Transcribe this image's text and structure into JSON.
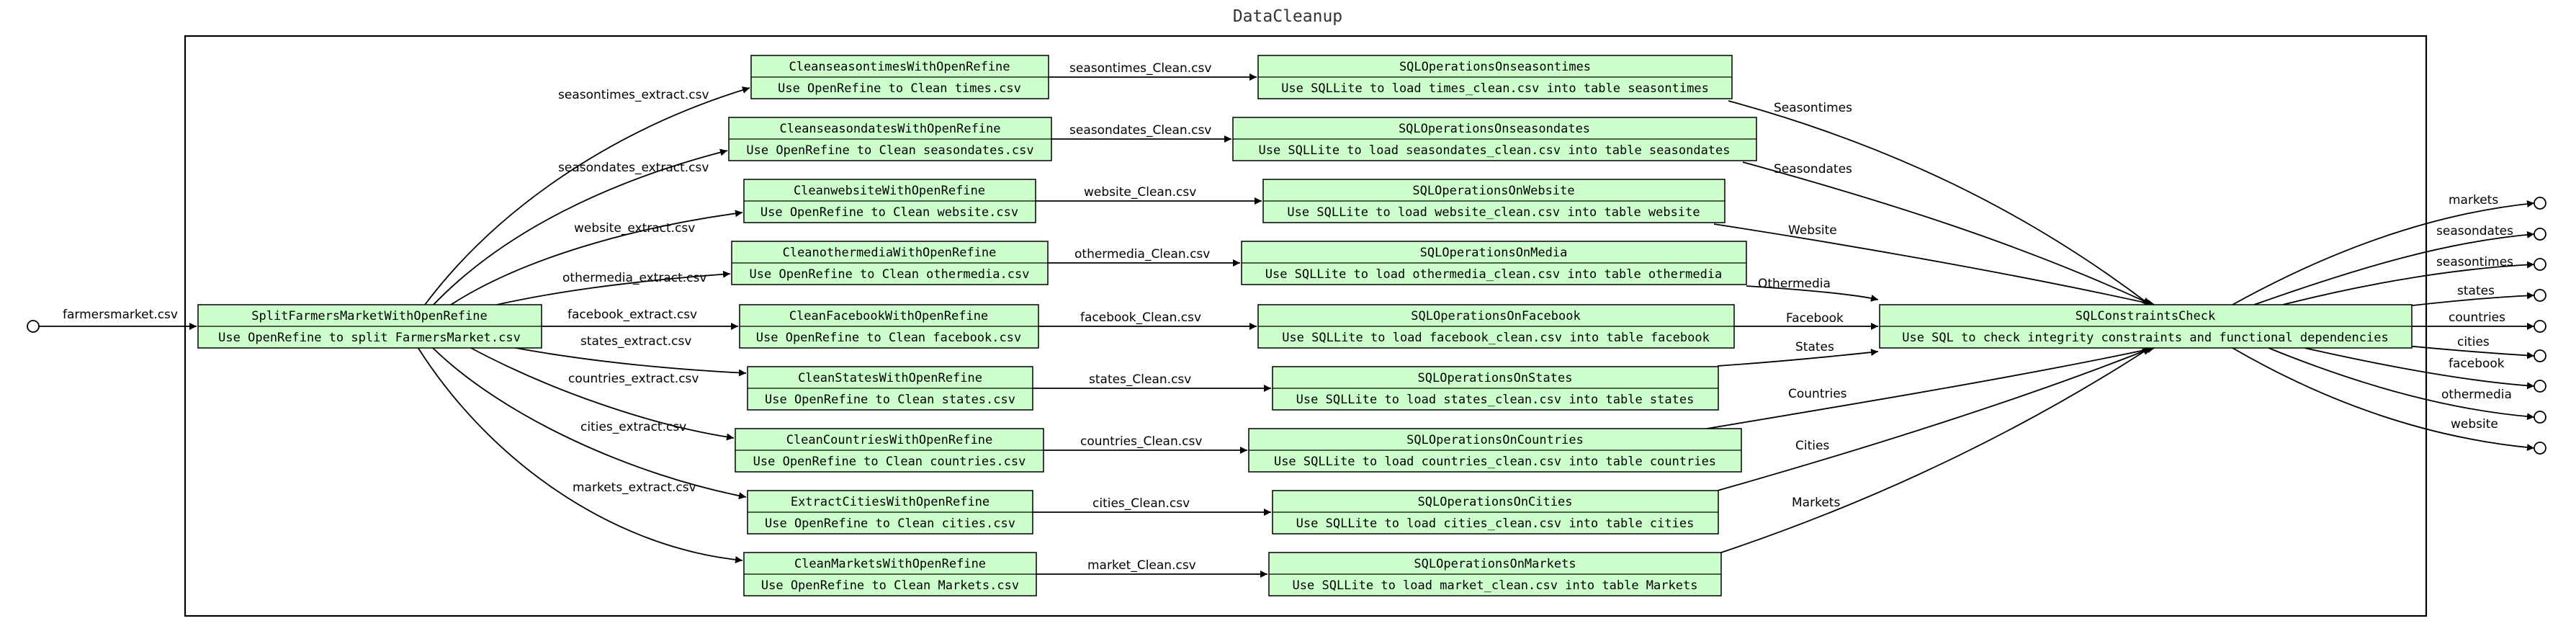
{
  "title": "DataCleanup",
  "colors": {
    "node_fill": "#ccffcc",
    "stroke": "#000000",
    "background": "#ffffff"
  },
  "input_port": {
    "label": "farmersmarket.csv"
  },
  "nodes": {
    "split": {
      "title": "SplitFarmersMarketWithOpenRefine",
      "desc": "Use OpenRefine to split FarmersMarket.csv"
    },
    "clean_seasontimes": {
      "title": "CleanseasontimesWithOpenRefine",
      "desc": "Use OpenRefine to Clean times.csv"
    },
    "clean_seasondates": {
      "title": "CleanseasondatesWithOpenRefine",
      "desc": "Use OpenRefine to Clean seasondates.csv"
    },
    "clean_website": {
      "title": "CleanwebsiteWithOpenRefine",
      "desc": "Use OpenRefine to Clean website.csv"
    },
    "clean_othermedia": {
      "title": "CleanothermediaWithOpenRefine",
      "desc": "Use OpenRefine to Clean othermedia.csv"
    },
    "clean_facebook": {
      "title": "CleanFacebookWithOpenRefine",
      "desc": "Use OpenRefine to Clean facebook.csv"
    },
    "clean_states": {
      "title": "CleanStatesWithOpenRefine",
      "desc": "Use OpenRefine to Clean states.csv"
    },
    "clean_countries": {
      "title": "CleanCountriesWithOpenRefine",
      "desc": "Use OpenRefine to Clean countries.csv"
    },
    "extract_cities": {
      "title": "ExtractCitiesWithOpenRefine",
      "desc": "Use OpenRefine to Clean cities.csv"
    },
    "clean_markets": {
      "title": "CleanMarketsWithOpenRefine",
      "desc": "Use OpenRefine to Clean Markets.csv"
    },
    "sql_seasontimes": {
      "title": "SQLOperationsOnseasontimes",
      "desc": "Use SQLLite to load times_clean.csv into table seasontimes"
    },
    "sql_seasondates": {
      "title": "SQLOperationsOnseasondates",
      "desc": "Use SQLLite to load seasondates_clean.csv into table seasondates"
    },
    "sql_website": {
      "title": "SQLOperationsOnWebsite",
      "desc": "Use SQLLite to load website_clean.csv into table website"
    },
    "sql_media": {
      "title": "SQLOperationsOnMedia",
      "desc": "Use SQLLite to load othermedia_clean.csv into table othermedia"
    },
    "sql_facebook": {
      "title": "SQLOperationsOnFacebook",
      "desc": "Use SQLLite to load facebook_clean.csv into table facebook"
    },
    "sql_states": {
      "title": "SQLOperationsOnStates",
      "desc": "Use SQLLite to load states_clean.csv into table states"
    },
    "sql_countries": {
      "title": "SQLOperationsOnCountries",
      "desc": "Use SQLLite to load countries_clean.csv into table countries"
    },
    "sql_cities": {
      "title": "SQLOperationsOnCities",
      "desc": "Use SQLLite to load cities_clean.csv into table cities"
    },
    "sql_markets": {
      "title": "SQLOperationsOnMarkets",
      "desc": "Use SQLLite to load market_clean.csv into table Markets"
    },
    "constraints": {
      "title": "SQLConstraintsCheck",
      "desc": "Use SQL to check integrity constraints and functional dependencies"
    }
  },
  "extract_edges": {
    "seasontimes": "seasontimes_extract.csv",
    "seasondates": "seasondates_extract.csv",
    "website": "website_extract.csv",
    "othermedia": "othermedia_extract.csv",
    "facebook": "facebook_extract.csv",
    "states": "states_extract.csv",
    "countries": "countries_extract.csv",
    "cities": "cities_extract.csv",
    "markets": "markets_extract.csv"
  },
  "clean_edges": {
    "seasontimes": "seasontimes_Clean.csv",
    "seasondates": "seasondates_Clean.csv",
    "website": "website_Clean.csv",
    "othermedia": "othermedia_Clean.csv",
    "facebook": "facebook_Clean.csv",
    "states": "states_Clean.csv",
    "countries": "countries_Clean.csv",
    "cities": "cities_Clean.csv",
    "markets": "market_Clean.csv"
  },
  "table_edges": {
    "seasontimes": "Seasontimes",
    "seasondates": "Seasondates",
    "website": "Website",
    "othermedia": "Othermedia",
    "facebook": "Facebook",
    "states": "States",
    "countries": "Countries",
    "cities": "Cities",
    "markets": "Markets"
  },
  "output_ports": {
    "markets": "markets",
    "seasondates": "seasondates",
    "seasontimes": "seasontimes",
    "states": "states",
    "countries": "countries",
    "cities": "cities",
    "facebook": "facebook",
    "othermedia": "othermedia",
    "website": "website"
  }
}
